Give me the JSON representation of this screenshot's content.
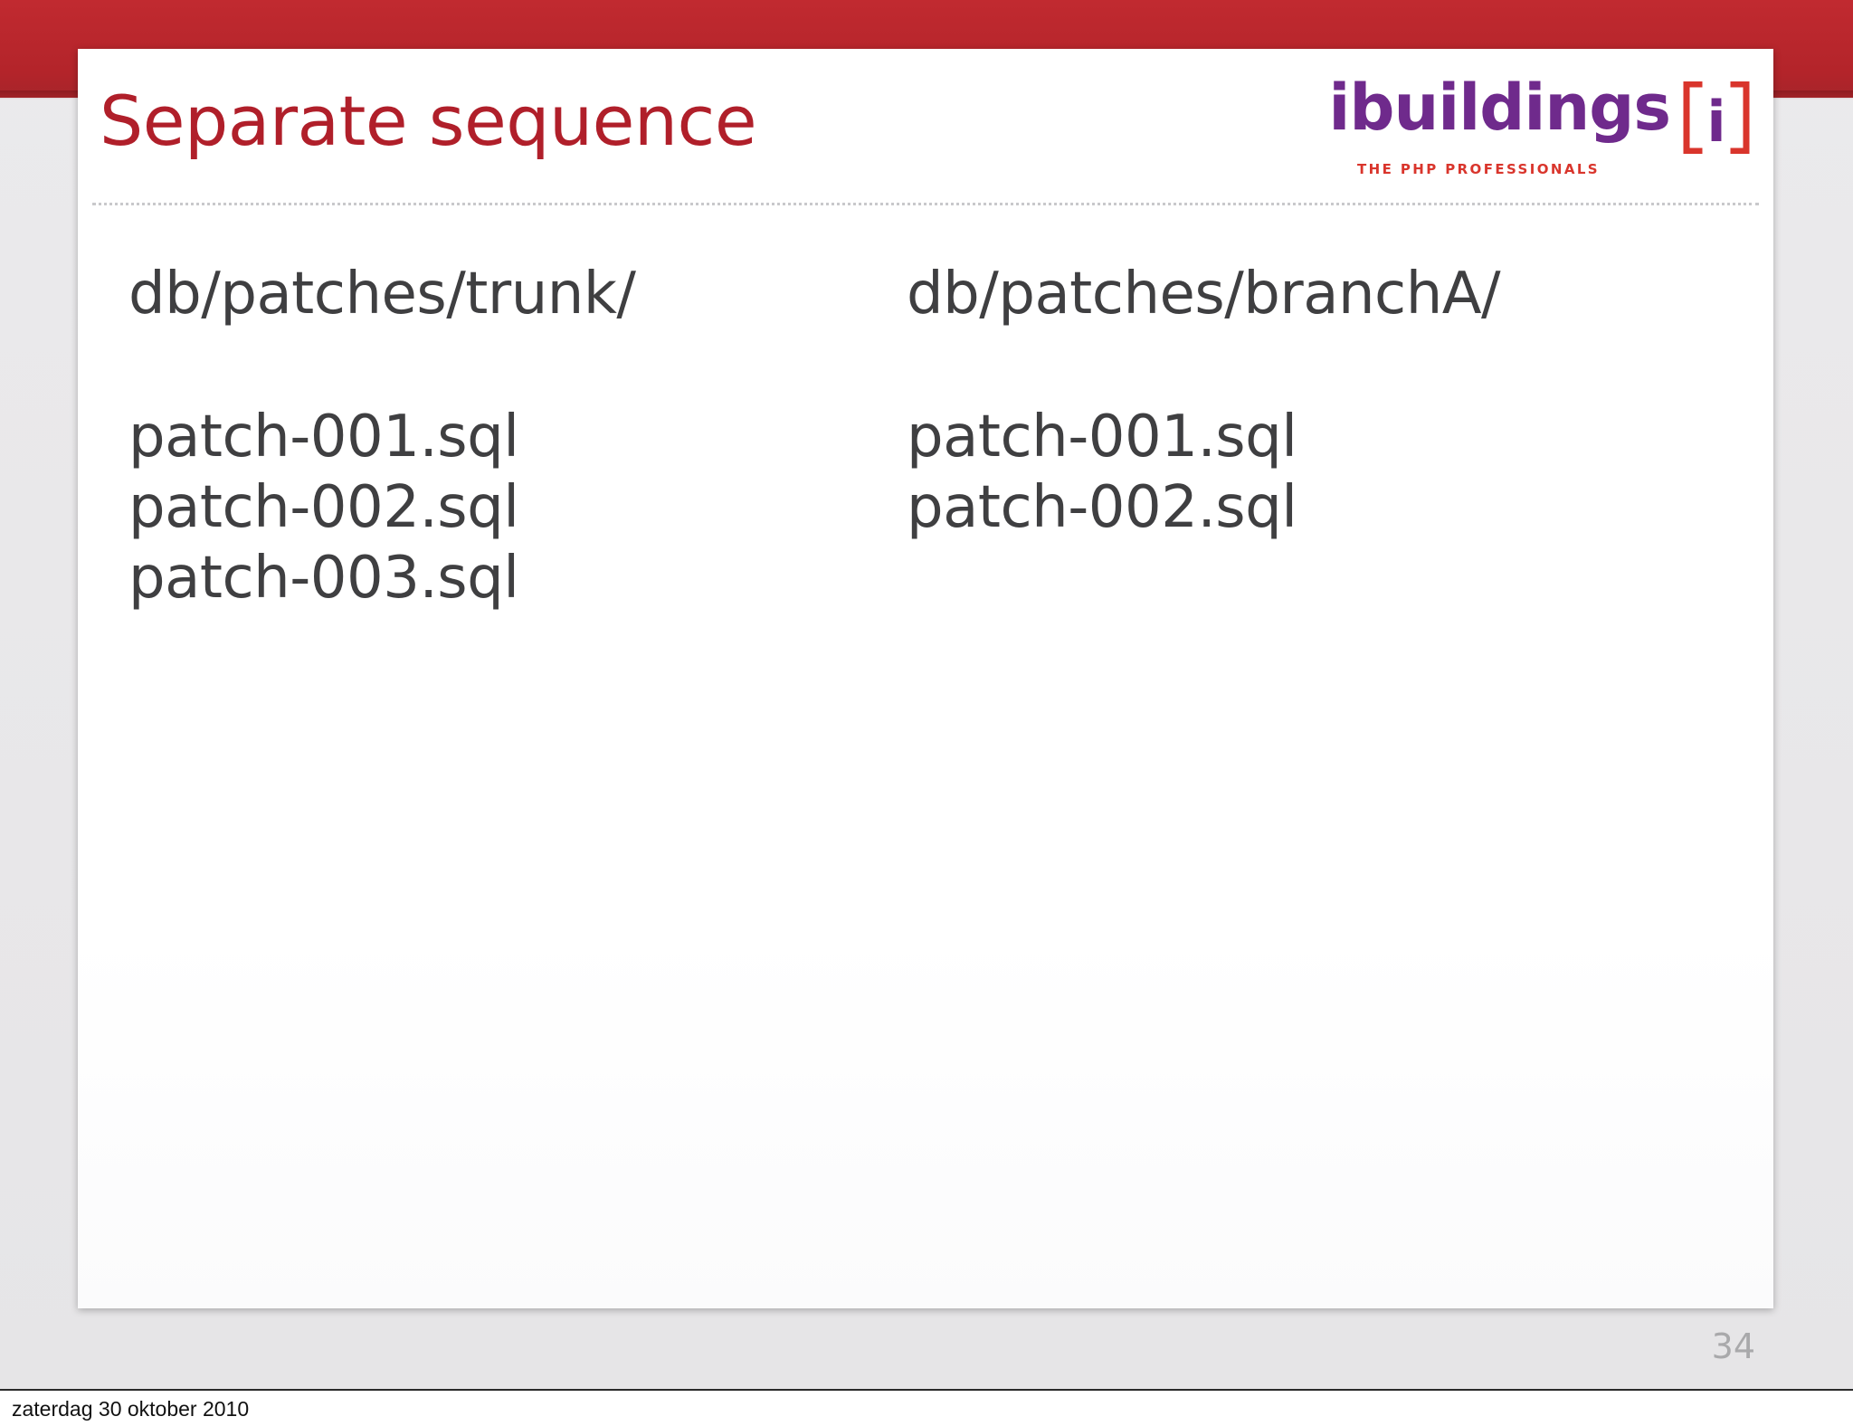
{
  "slide": {
    "title": "Separate sequence",
    "page_number": "34",
    "logo": {
      "wordmark": "ibuildings",
      "bracket_glyph": "i",
      "tagline": "THE PHP PROFESSIONALS"
    },
    "columns": [
      {
        "heading": "db/patches/trunk/",
        "files": [
          "patch-001.sql",
          "patch-002.sql",
          "patch-003.sql"
        ]
      },
      {
        "heading": "db/patches/branchA/",
        "files": [
          "patch-001.sql",
          "patch-002.sql"
        ]
      }
    ]
  },
  "footer": {
    "date": "zaterdag 30 oktober 2010"
  },
  "colors": {
    "band_red": "#b3242a",
    "title_red": "#b01f2a",
    "logo_purple": "#6f2a8c",
    "logo_red": "#d9352c",
    "body_text": "#3f3f41"
  }
}
